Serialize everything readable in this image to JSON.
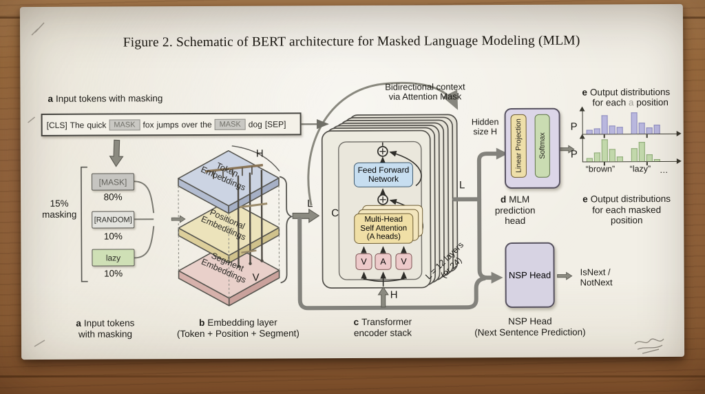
{
  "title": "Figure 2. Schematic of BERT architecture for Masked Language Modeling (MLM)",
  "colors": {
    "paper": "#f2efe6",
    "arrow": "#8b8a80",
    "connector": "#83827c",
    "chip_bg": "#c9c8c3",
    "chip_border": "#8f8e88",
    "chip_text": "#73726b",
    "box_border": "#55544e",
    "mask_bg": "#c6c5c1",
    "random_bg": "#e3e3de",
    "word_bg": "#cfe0b6",
    "ffn": "#c7def0",
    "mha": "#f0dfa6",
    "qkv": "#edcaca",
    "head_bg": "#dcd6e8",
    "linear": "#eedfa9",
    "softmax": "#cadcb2"
  },
  "input": {
    "key": "a",
    "heading": "Input tokens with masking",
    "tokens": [
      {
        "t": "[CLS]",
        "m": false
      },
      {
        "t": "The",
        "m": false
      },
      {
        "t": "quick",
        "m": false
      },
      {
        "t": "MASK",
        "m": true
      },
      {
        "t": "fox",
        "m": false
      },
      {
        "t": "jumps",
        "m": false
      },
      {
        "t": "over",
        "m": false
      },
      {
        "t": "the",
        "m": false
      },
      {
        "t": "MASK",
        "m": true
      },
      {
        "t": "dog",
        "m": false
      },
      {
        "t": "[SEP]",
        "m": false
      }
    ]
  },
  "masking": {
    "side_label": [
      "15%",
      "masking"
    ],
    "items": [
      {
        "label": "[MASK]",
        "pct": "80%"
      },
      {
        "label": "[RANDOM]",
        "pct": "10%"
      },
      {
        "label": "lazy",
        "pct": "10%"
      }
    ]
  },
  "embedding": {
    "layers": [
      [
        "Token",
        "Embeddings"
      ],
      [
        "Positional",
        "Embeddings"
      ],
      [
        "Segment",
        "Embeddings"
      ]
    ],
    "dim_h": "H",
    "dim_v": "V"
  },
  "encoder": {
    "arc": [
      "Bidirectional context",
      "via Attention Mask"
    ],
    "ffn": [
      "Feed Forward",
      "Network"
    ],
    "mha": [
      "Multi-Head",
      "Self Attention",
      "(A heads)"
    ],
    "qkv": [
      "V",
      "A",
      "V"
    ],
    "dims": {
      "l_in": "L",
      "c": "C",
      "h_in": "H",
      "l_out": "L"
    },
    "layers_note": [
      "L = 12 layers",
      "(or 24)"
    ]
  },
  "mlm": {
    "hidden": [
      "Hidden",
      "size H"
    ],
    "linear": "Linear Projection",
    "softmax": "Softmax"
  },
  "nsp": {
    "label": "NSP Head",
    "out": [
      "IsNext /",
      "NotNext"
    ]
  },
  "outputs": {
    "p": "P",
    "xlabels": [
      "“brown”",
      "“lazy”",
      "…"
    ],
    "top_note_l1": "Output distributions",
    "top_note_pre": "for each ",
    "top_note_tok": "a",
    "top_note_post": " position"
  },
  "captions": {
    "a": {
      "key": "a",
      "lines": [
        "Input tokens",
        "with masking"
      ]
    },
    "b": {
      "key": "b",
      "lines": [
        "Embedding layer",
        "(Token + Position + Segment)"
      ]
    },
    "c": {
      "key": "c",
      "lines": [
        "Transformer",
        "encoder stack"
      ]
    },
    "d": {
      "key": "d",
      "lines": [
        "MLM",
        "prediction",
        "head"
      ]
    },
    "e_top": {
      "key": "e"
    },
    "e_mid": {
      "key": "e",
      "lines": [
        "Output distributions",
        "for each masked",
        "position"
      ]
    },
    "nsp": {
      "lines": [
        "NSP Head",
        "(Next Sentence Prediction)"
      ]
    }
  },
  "chart_data": [
    {
      "type": "bar",
      "name": "output-distribution-masked-position-1",
      "ylabel": "P",
      "color": "#b9b7de",
      "border": "#8a88bb",
      "groups": [
        [
          0.18,
          0.25,
          0.85,
          0.38,
          0.3
        ],
        [
          0.97,
          0.5,
          0.28,
          0.4
        ]
      ]
    },
    {
      "type": "bar",
      "name": "output-distribution-masked-position-2",
      "ylabel": "P",
      "color": "#c2d8ab",
      "border": "#8ba874",
      "groups": [
        [
          0.15,
          0.42,
          1.0,
          0.55,
          0.22
        ],
        [
          0.6,
          0.88,
          0.32,
          0.08
        ]
      ],
      "xlabels": [
        "“brown”",
        "“lazy”",
        "…"
      ]
    }
  ]
}
